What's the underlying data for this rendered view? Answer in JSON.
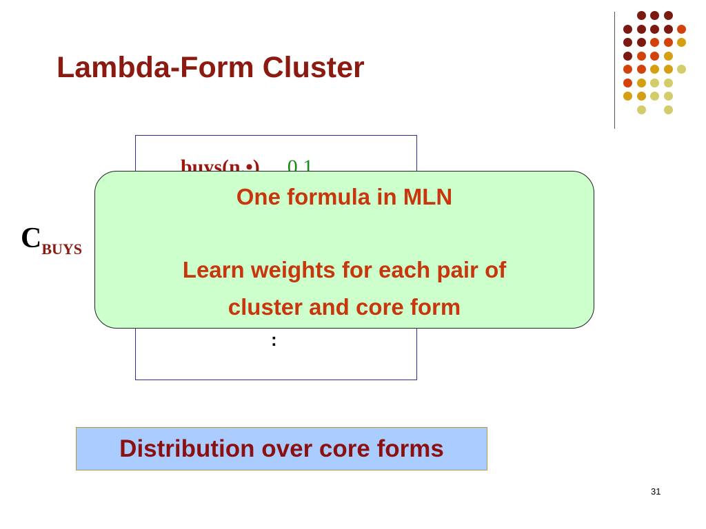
{
  "slide": {
    "title": "Lambda-Form Cluster",
    "page_number": "31"
  },
  "cluster_box": {
    "row1_form": "buys(n,•)",
    "row1_weight": "0.1",
    "ellipsis": ":"
  },
  "cluster_label": {
    "main": "C",
    "subscript": "BUYS"
  },
  "popup": {
    "line1": "One formula in MLN",
    "line2": "Learn weights for each pair of",
    "line3": "cluster and core form"
  },
  "distribution_label": "Distribution over core forms",
  "colors": {
    "title": "#8b1a10",
    "popup_bg": "#ccffcc",
    "popup_text": "#c8360e",
    "dist_bg": "#aaccff",
    "dot_dark": "#7a1a10",
    "dot_orange": "#d4420c",
    "dot_gold": "#d4a012",
    "dot_pale": "#d2cc6a"
  }
}
